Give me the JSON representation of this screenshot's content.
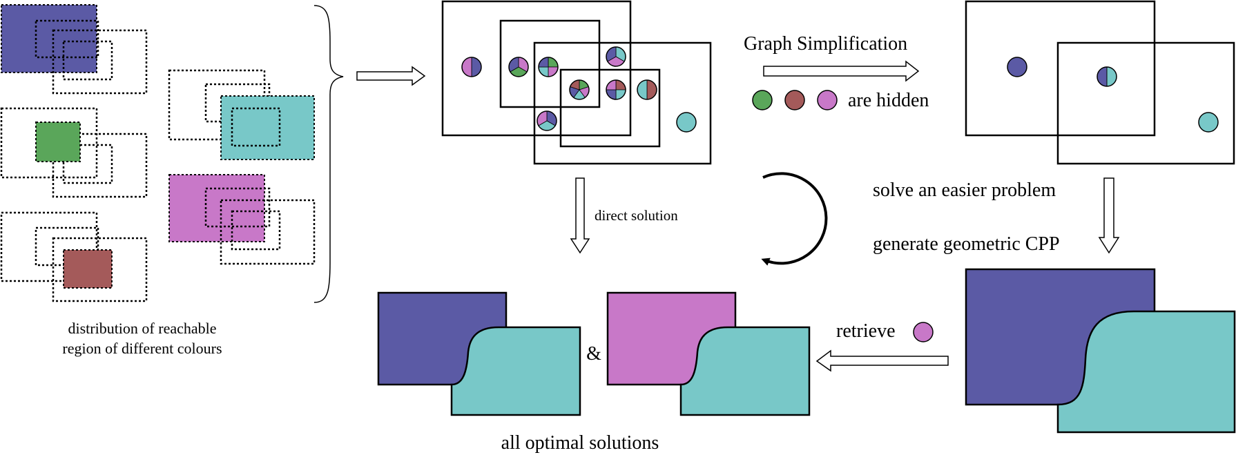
{
  "colors": {
    "blue": "#5b5aa5",
    "green": "#5aa65a",
    "brown": "#a45a5a",
    "pink": "#c878c8",
    "teal": "#78c8c8",
    "stroke": "#000000"
  },
  "labels": {
    "distribution_line1": "distribution of reachable",
    "distribution_line2": "region of different colours",
    "graph_simplification": "Graph Simplification",
    "are_hidden": "are hidden",
    "direct_solution": "direct solution",
    "solve_easier": "solve an easier problem",
    "generate_cpp": "generate geometric CPP",
    "retrieve": "retrieve",
    "ampersand": "&",
    "all_optimal": "all optimal solutions"
  },
  "hidden_colors": [
    "green",
    "brown",
    "pink"
  ],
  "retrieved_color": "pink",
  "icons": {
    "brace": "right-curly-brace-icon",
    "cycle": "circular-arrow-icon",
    "arrows": "hollow-arrow-icon"
  }
}
